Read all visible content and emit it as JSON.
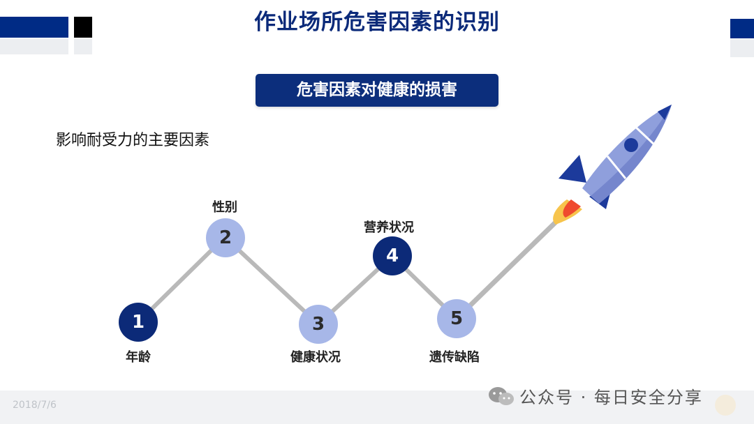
{
  "header": {
    "title": "作业场所危害因素的识别"
  },
  "subtitle": "危害因素对健康的损害",
  "lead_text": "影响耐受力的主要因素",
  "factors": [
    {
      "number": "1",
      "label": "年龄",
      "style": "dark"
    },
    {
      "number": "2",
      "label": "性别",
      "style": "light"
    },
    {
      "number": "3",
      "label": "健康状况",
      "style": "light"
    },
    {
      "number": "4",
      "label": "营养状况",
      "style": "dark"
    },
    {
      "number": "5",
      "label": "遗传缺陷",
      "style": "light"
    }
  ],
  "footer": {
    "date": "2018/7/6",
    "watermark": "公众号 · 每日安全分享"
  },
  "colors": {
    "dark_blue": "#0c2a78",
    "light_blue": "#a7b7e8",
    "line_grey": "#b9b9b9",
    "rocket_body": "#8f9fdc",
    "rocket_fin": "#1c3a9b"
  },
  "icons": {
    "rocket": "rocket-icon",
    "wechat": "wechat-icon"
  }
}
